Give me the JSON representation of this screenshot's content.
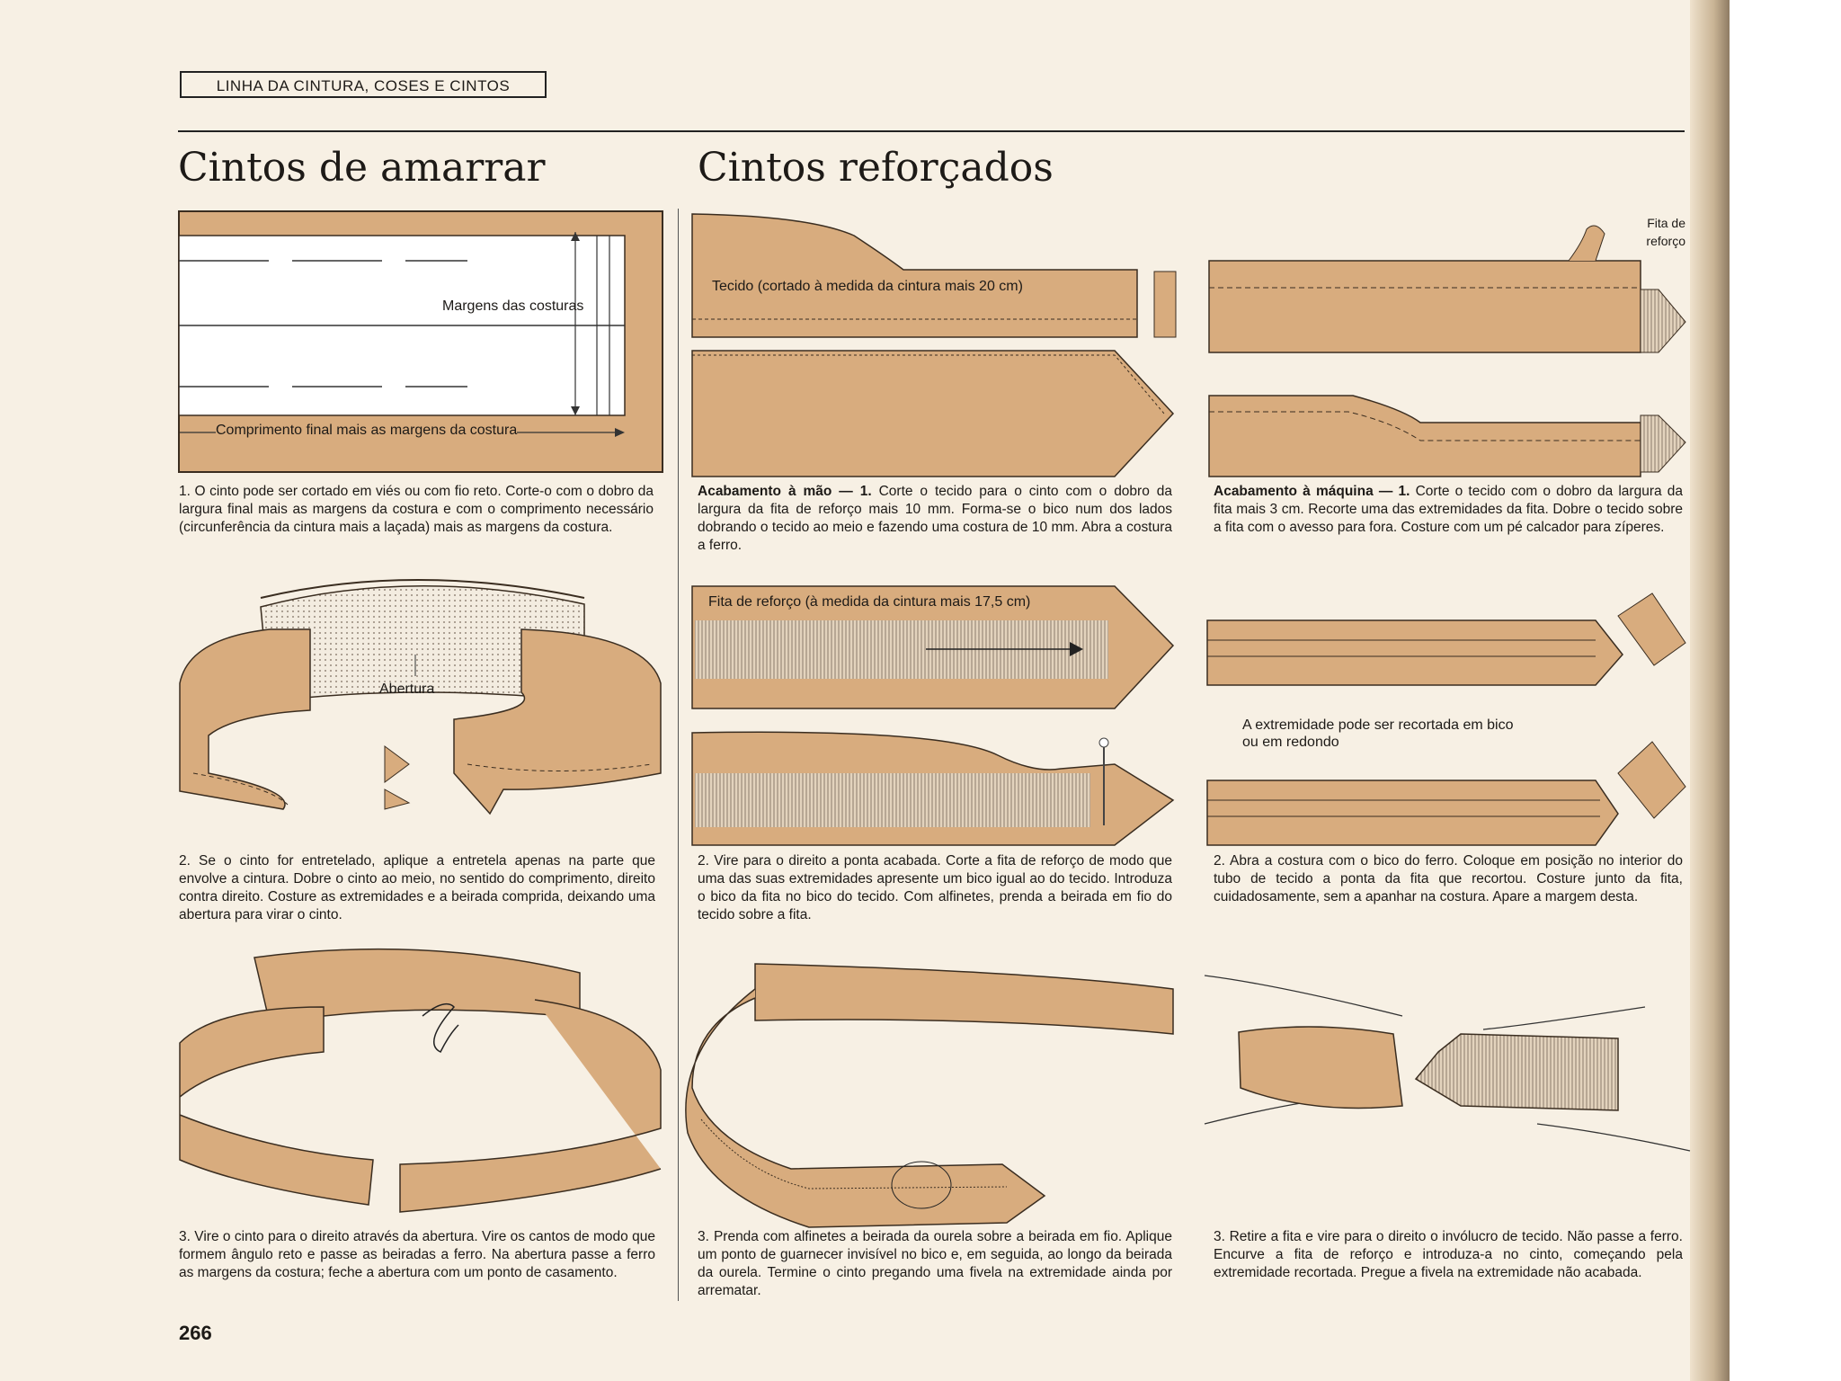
{
  "header": {
    "section_tag": "LINHA DA CINTURA, COSES E CINTOS"
  },
  "titles": {
    "left": "Cintos de amarrar",
    "right": "Cintos reforçados"
  },
  "labels": {
    "margens": "Margens das costuras",
    "comprimento": "Comprimento final mais as margens da costura",
    "abertura": "Abertura",
    "tecido": "Tecido (cortado à medida da cintura mais 20 cm)",
    "fita_reforco_medida": "Fita de reforço (à medida da cintura mais 17,5 cm)",
    "fita_de": "Fita de",
    "reforco": "reforço",
    "extremidade_1": "A extremidade pode ser recortada em bico",
    "extremidade_2": "ou em redondo"
  },
  "captions": {
    "amarrar_1": "1. O cinto pode ser cortado em viés ou com fio reto. Corte-o com o dobro da largura final mais as margens da costura e com o comprimento necessário (circunferência da cintura mais a laçada) mais as margens da costura.",
    "amarrar_2": "2. Se o cinto for entretelado, aplique a entretela apenas na parte que envolve a cintura. Dobre o cinto ao meio, no sentido do comprimento, direito contra direito. Costure as extremidades e a beirada comprida, deixando uma abertura para virar o cinto.",
    "amarrar_3": "3. Vire o cinto para o direito através da abertura. Vire os cantos de modo que formem ângulo reto e passe as beiradas a ferro. Na abertura passe a ferro as margens da costura; feche a abertura com um ponto de casamento.",
    "mao_1_head": "Acabamento à mão — 1.",
    "mao_1": "Corte o tecido para o cinto com o dobro da largura da fita de reforço mais 10 mm. Forma-se o bico num dos lados dobrando o tecido ao meio e fazendo uma costura de 10 mm. Abra a costura a ferro.",
    "mao_2": "2. Vire para o direito a ponta acabada. Corte a fita de reforço de modo que uma das suas extremidades apresente um bico igual ao do tecido. Introduza o bico da fita no bico do tecido. Com alfinetes, prenda a beirada em fio do tecido sobre a fita.",
    "mao_3": "3. Prenda com alfinetes a beirada da ourela sobre a beirada em fio. Aplique um ponto de guarnecer invisível no bico e, em seguida, ao longo da beirada da ourela. Termine o cinto pregando uma fivela na extremidade ainda por arrematar.",
    "maquina_1_head": "Acabamento à máquina — 1.",
    "maquina_1": "Corte o tecido com o dobro da largura da fita mais 3 cm. Recorte uma das extremidades da fita. Dobre o tecido sobre a fita com o avesso para fora. Costure com um pé calcador para zíperes.",
    "maquina_2": "2. Abra a costura com o bico do ferro. Coloque em posição no interior do tubo de tecido a ponta da fita que recortou. Costure junto da fita, cuidadosamente, sem a apanhar na costura. Apare a margem desta.",
    "maquina_3": "3. Retire a fita e vire para o direito o invólucro de tecido. Não passe a ferro. Encurve a fita de reforço e introduza-a no cinto, começando pela extremidade recortada. Pregue a fivela na extremidade não acabada."
  },
  "page_number": "266"
}
